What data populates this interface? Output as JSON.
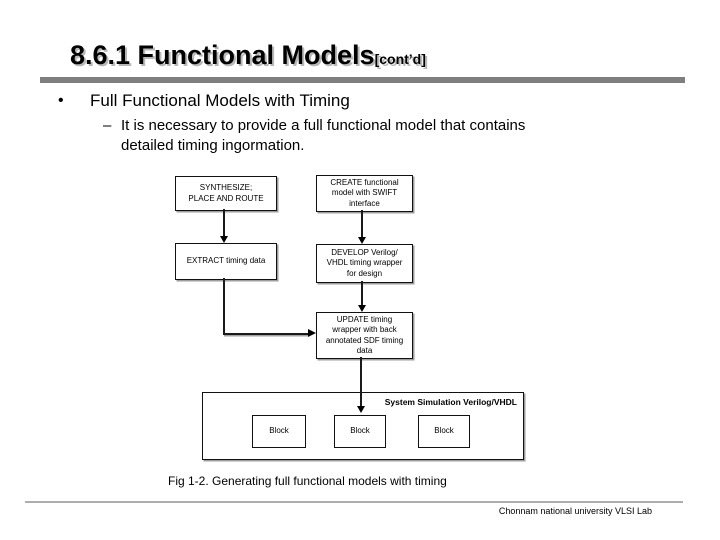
{
  "slide": {
    "title": "8.6.1 Functional Models",
    "title_suffix": "[cont’d]",
    "bullet_marker": "•",
    "bullet": "Full Functional Models with Timing",
    "sub_bullet_dash": "–",
    "sub_bullet_lines": [
      "It is necessary to provide a full functional model that contains",
      "detailed timing ingormation."
    ],
    "caption": "Fig 1-2.  Generating full functional models with timing",
    "footer": "Chonnam national university VLSI Lab"
  },
  "diagram": {
    "boxes": {
      "synthesize": [
        "SYNTHESIZE;",
        "PLACE AND ROUTE"
      ],
      "create": [
        "CREATE functional",
        "model with SWIFT",
        "interface"
      ],
      "extract": [
        "EXTRACT timing data"
      ],
      "develop": [
        "DEVELOP  Verilog/",
        "VHDL timing wrapper",
        "for design"
      ],
      "update": [
        "UPDATE timing",
        "wrapper with back",
        "annotated SDF timing",
        "data"
      ]
    },
    "system_container_label": "System Simulation Verilog/VHDL",
    "block_labels": [
      "Block",
      "Block",
      "Block"
    ]
  },
  "colors": {
    "title_rule": "#7f7f7f",
    "footer_rule": "#adadad",
    "text": "#000000",
    "title_shadow": "#b8b8b8",
    "box_shadow": "#9e9e9e"
  }
}
